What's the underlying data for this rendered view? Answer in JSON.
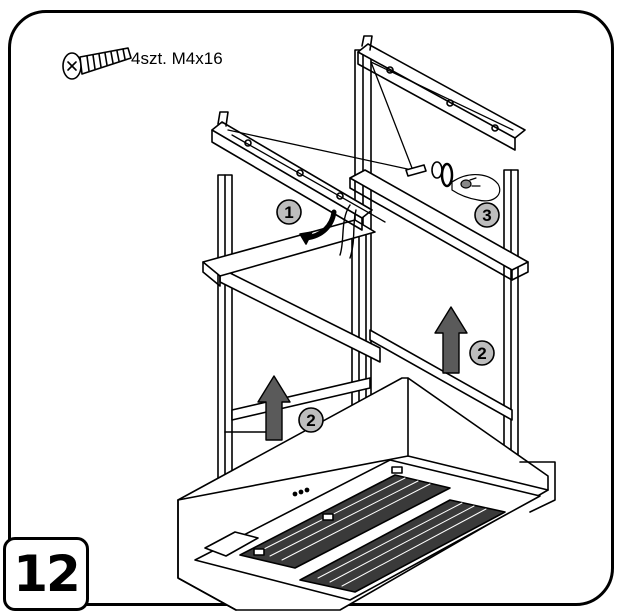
{
  "figure": {
    "step_number": "12",
    "screw_label": "4szt. M4x16"
  },
  "callouts": [
    {
      "label": "1"
    },
    {
      "label": "2"
    },
    {
      "label": "2"
    },
    {
      "label": "3"
    }
  ],
  "colors": {
    "line": "#000000",
    "arrow_fill": "#5a5a5a",
    "callout_fill": "#bdbdbd",
    "filter_gray": "#3a3a3a"
  },
  "icons": [
    "screw-icon",
    "lift-arrow-icon",
    "rotate-arrow-icon",
    "hand-icon"
  ]
}
